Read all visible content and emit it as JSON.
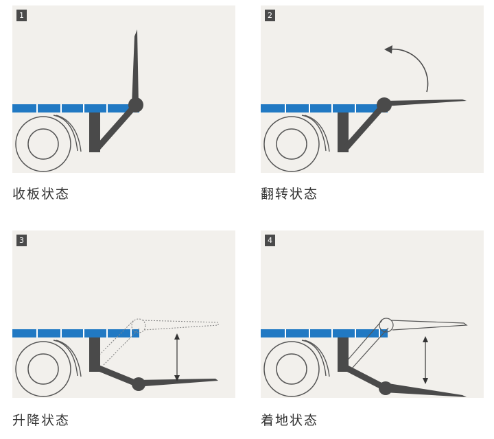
{
  "colors": {
    "panel_bg": "#f2f0ec",
    "platform_blue": "#2179c3",
    "gate_gray": "#4a4a4a",
    "wheel_stroke": "#555555",
    "caption_text": "#333333"
  },
  "panels": [
    {
      "number": "1",
      "caption": "收板状态",
      "state": "stowed"
    },
    {
      "number": "2",
      "caption": "翻转状态",
      "state": "flipped"
    },
    {
      "number": "3",
      "caption": "升降状态",
      "state": "lowered"
    },
    {
      "number": "4",
      "caption": "着地状态",
      "state": "grounded"
    }
  ]
}
